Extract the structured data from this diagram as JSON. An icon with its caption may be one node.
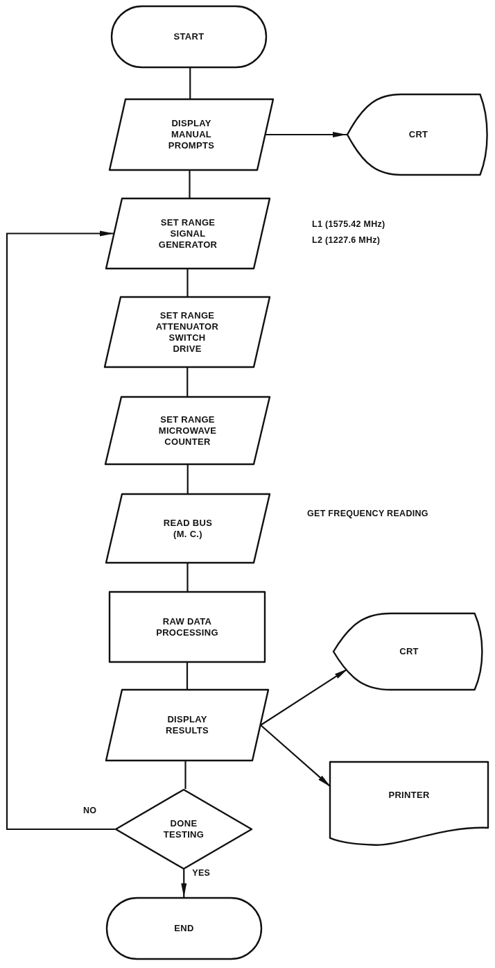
{
  "diagram": {
    "nodes": [
      {
        "text": [
          "START"
        ]
      },
      {
        "text": [
          "DISPLAY MANUAL PROMPTS"
        ]
      },
      {
        "text": [
          "CRT"
        ]
      },
      {
        "text": [
          "SET RANGE SIGNAL GENERATOR"
        ],
        "beside": [
          "L1 (1575.42 MHz)",
          "L2 (1227.6 MHz)"
        ]
      },
      {
        "text": [
          "SET RANGE ATTENUATOR SWITCH DRIVE"
        ]
      },
      {
        "text": [
          "SET RANGE MICROWAVE COUNTER"
        ]
      },
      {
        "text": [
          "READ BUS (M. C.)"
        ]
      },
      {
        "text": [
          "RAW DATA PROCESSING"
        ]
      },
      {
        "text": [
          "DISPLAY RESULTS"
        ]
      },
      {
        "text": [
          "CRT"
        ]
      },
      {
        "text": [
          "PRINTER"
        ]
      },
      {
        "text": [
          "DONE TESTING"
        ]
      },
      {
        "text": [
          "END"
        ]
      }
    ],
    "edges": [
      {
        "from": 0,
        "to": 1,
        "arrow": "none"
      },
      {
        "from": 1,
        "to": 2,
        "arrow": "to"
      },
      {
        "from": 1,
        "to": 3,
        "arrow": "none"
      },
      {
        "from": 3,
        "to": 4,
        "arrow": "none"
      },
      {
        "from": 4,
        "to": 5,
        "arrow": "none"
      },
      {
        "from": 5,
        "to": 6,
        "arrow": "none"
      },
      {
        "from": 6,
        "to": 7,
        "arrow": "none"
      },
      {
        "from": 7,
        "to": 8,
        "arrow": "none"
      },
      {
        "from": 8,
        "to": 9,
        "arrow": "to"
      },
      {
        "from": 8,
        "to": 10,
        "arrow": "to"
      },
      {
        "from": 8,
        "to": 11,
        "arrow": "none"
      },
      {
        "from": 11,
        "to": 3,
        "arrow": "to",
        "label": "NO"
      },
      {
        "from": 11,
        "to": 12,
        "arrow": "to",
        "label": "YES"
      }
    ],
    "labels": [
      "GET FREQUENCY READING"
    ]
  }
}
